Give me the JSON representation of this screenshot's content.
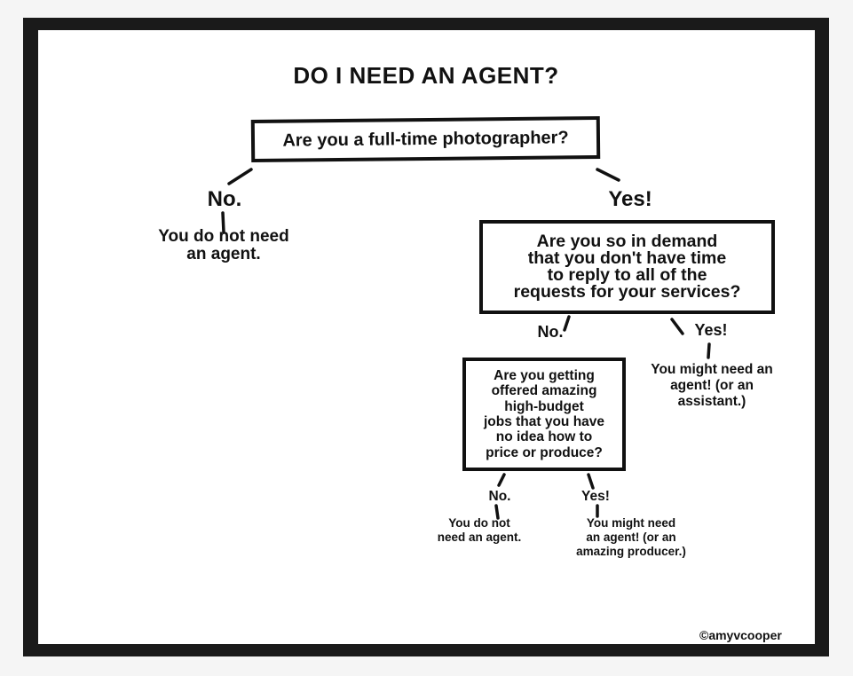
{
  "title": "DO I NEED AN AGENT?",
  "root": {
    "question": "Are you a full-time photographer?",
    "no": {
      "label": "No.",
      "answer": "You do not need\nan agent."
    },
    "yes": {
      "label": "Yes!",
      "question": "Are you so in demand\nthat you don't have time\nto reply to all of the\nrequests for your services?",
      "no": {
        "label": "No.",
        "question": "Are you getting\noffered amazing\nhigh-budget\njobs that you have\nno idea how to\nprice or produce?",
        "no": {
          "label": "No.",
          "answer": "You do not\nneed an agent."
        },
        "yes": {
          "label": "Yes!",
          "answer": "You might need\nan agent! (or an\namazing producer.)"
        }
      },
      "yes": {
        "label": "Yes!",
        "answer": "You might need an\nagent! (or an\nassistant.)"
      }
    }
  },
  "credit": "©amyvcooper"
}
